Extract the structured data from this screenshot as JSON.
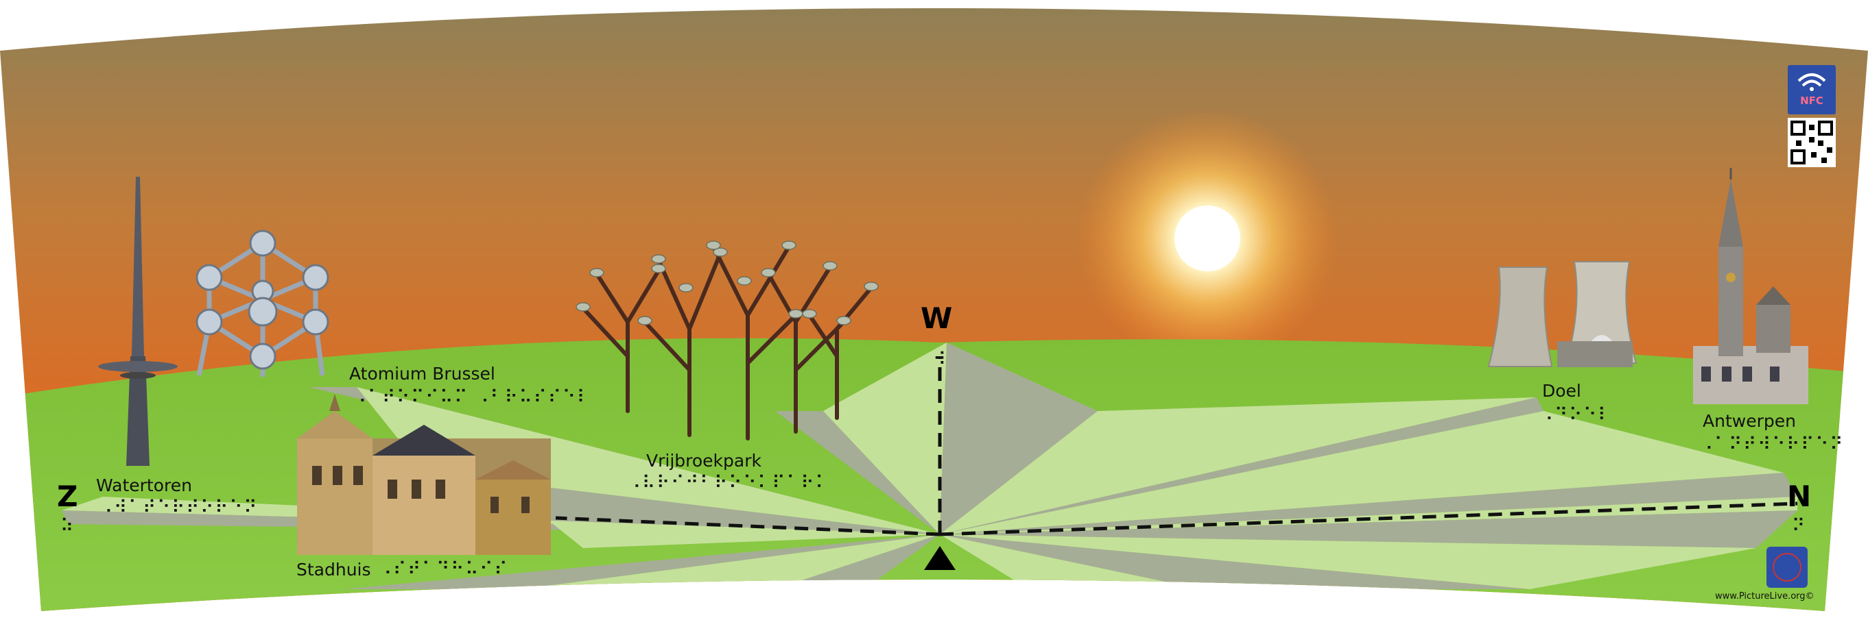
{
  "labels": {
    "watertoren": "Watertoren",
    "atomium": "Atomium Brussel",
    "vrijbroekpark": "Vrijbroekpark",
    "stadhuis": "Stadhuis",
    "doel": "Doel",
    "antwerpen": "Antwerpen"
  },
  "braille": {
    "watertoren": "⠠⠺⠁⠞⠑⠗⠞⠕⠗⠑⠝",
    "atomium": "⠠⠁⠞⠕⠍⠊⠥⠍ ⠠⠃⠗⠥⠎⠎⠑⠇",
    "vrijbroekpark": "⠠⠧⠗⠊⠚⠃⠗⠕⠑⠅⠏⠁⠗⠅",
    "stadhuis": "⠠⠎⠞⠁⠙⠓⠥⠊⠎",
    "doel": "⠠⠙⠕⠑⠇",
    "antwerpen": "⠠⠁⠝⠞⠺⠑⠗⠏⠑⠝",
    "z": "⠵",
    "w": "⠺",
    "n": "⠝"
  },
  "compass": {
    "z": "Z",
    "w": "W",
    "n": "N"
  },
  "badges": {
    "nfc": "NFC"
  },
  "footer": {
    "credit": "www.PictureLive.org©"
  },
  "colors": {
    "sky_top": "#8f8056",
    "sky_mid": "#d97a2e",
    "sky_horizon": "#e7571a",
    "grass": "#8cc43f",
    "ray_light": "#c4e19a",
    "ray_grey": "#a6ad96",
    "sun": "#fff6d8"
  }
}
